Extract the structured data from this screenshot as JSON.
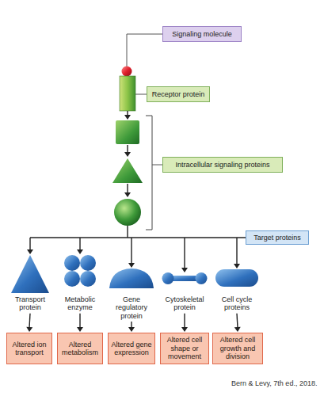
{
  "diagram": {
    "caption": "Bern & Levy, 7th ed., 2018.",
    "nodes": [
      {
        "text": [
          "Signaling molecule"
        ]
      },
      {
        "text": [
          "Receptor protein"
        ]
      },
      {
        "text": [
          "Intracellular signaling proteins"
        ]
      },
      {
        "text": [
          "Target proteins"
        ]
      },
      {
        "text": [
          "Transport protein"
        ]
      },
      {
        "text": [
          "Metabolic enzyme"
        ]
      },
      {
        "text": [
          "Gene regulatory protein"
        ]
      },
      {
        "text": [
          "Cytoskeletal protein"
        ]
      },
      {
        "text": [
          "Cell cycle proteins"
        ]
      },
      {
        "text": [
          "Altered ion transport"
        ]
      },
      {
        "text": [
          "Altered metabolism"
        ]
      },
      {
        "text": [
          "Altered gene expression"
        ]
      },
      {
        "text": [
          "Altered cell shape or movement"
        ]
      },
      {
        "text": [
          "Altered cell growth and division"
        ]
      }
    ],
    "edges": [
      {
        "from": 4,
        "to": 9,
        "arrow": "to"
      },
      {
        "from": 5,
        "to": 10,
        "arrow": "to"
      },
      {
        "from": 6,
        "to": 11,
        "arrow": "to"
      },
      {
        "from": 7,
        "to": 12,
        "arrow": "to"
      },
      {
        "from": 8,
        "to": 13,
        "arrow": "to"
      }
    ]
  }
}
